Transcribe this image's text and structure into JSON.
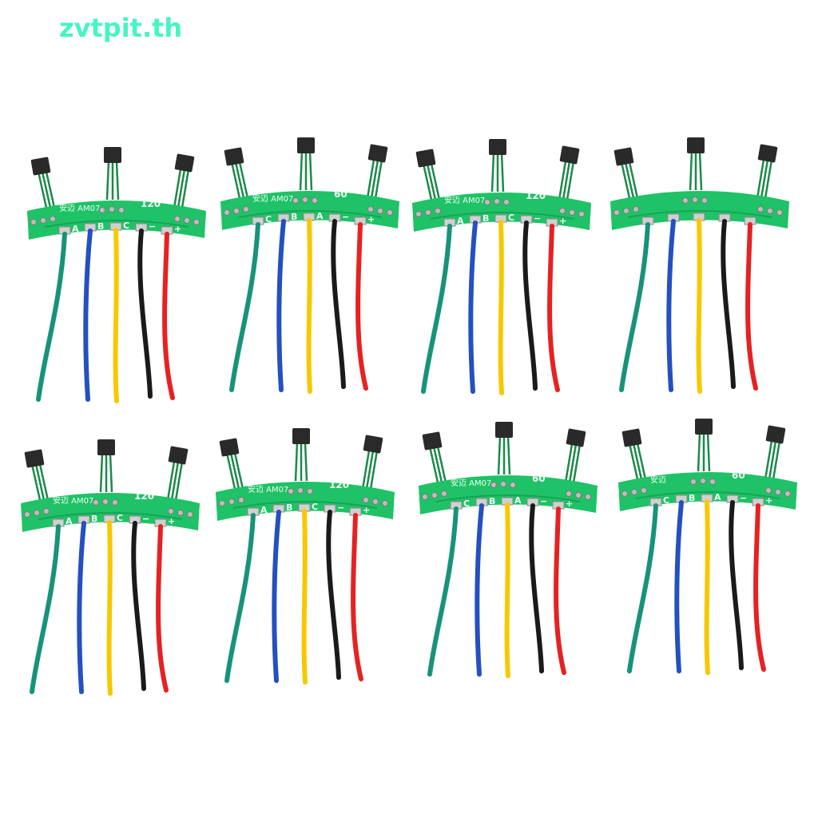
{
  "watermark": "zvtpit.th",
  "colors": {
    "pcb": "#1fc266",
    "pcb_dark": "#16a456",
    "sensor": "#2a2a2a",
    "pad": "#c8c8c8",
    "wires": [
      "#17937a",
      "#2450c0",
      "#f7c800",
      "#1a1a1a",
      "#e52222"
    ],
    "watermark": "#46f5c4"
  },
  "boards": [
    {
      "id": 1,
      "brand": "安迈 AM07",
      "angle": "120°",
      "pins": [
        "A",
        "B",
        "C",
        "−",
        "+"
      ]
    },
    {
      "id": 2,
      "brand": "安迈 AM07",
      "angle": "60°",
      "pins": [
        "C",
        "B",
        "A",
        "−",
        "+"
      ]
    },
    {
      "id": 3,
      "brand": "安迈 AM07",
      "angle": "120°",
      "pins": [
        "A",
        "B",
        "C",
        "−",
        "+"
      ]
    },
    {
      "id": 4,
      "brand": "",
      "angle": "",
      "pins": [
        "",
        "",
        "",
        "",
        ""
      ]
    },
    {
      "id": 5,
      "brand": "安迈 AM07",
      "angle": "120°",
      "pins": [
        "A",
        "B",
        "C",
        "−",
        "+"
      ]
    },
    {
      "id": 6,
      "brand": "安迈 AM07",
      "angle": "120°",
      "pins": [
        "A",
        "B",
        "C",
        "−",
        "+"
      ]
    },
    {
      "id": 7,
      "brand": "安迈 AM07",
      "angle": "60°",
      "pins": [
        "C",
        "B",
        "A",
        "−",
        "+"
      ]
    },
    {
      "id": 8,
      "brand": "安迈",
      "angle": "60°",
      "pins": [
        "C",
        "B",
        "A",
        "−",
        "+"
      ]
    }
  ]
}
